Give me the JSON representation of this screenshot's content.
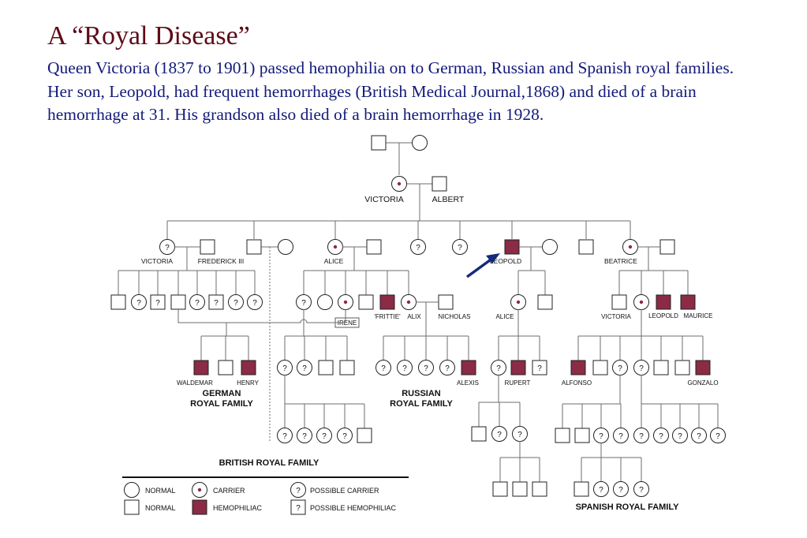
{
  "slide": {
    "title": "A “Royal Disease”",
    "subtitle": "Queen Victoria (1837 to 1901) passed hemophilia on to German, Russian and Spanish royal families. Her son, Leopold, had frequent hemorrhages (British Medical Journal,1868) and died of a brain hemorrhage at 31.  His grandson also died of a brain hemorrhage in 1928."
  },
  "pedigree": {
    "names": {
      "victoria": "VICTORIA",
      "albert": "ALBERT",
      "victoria_daughter": "VICTORIA",
      "frederick": "FREDERICK III",
      "alice": "ALICE",
      "leopold": "LEOPOLD",
      "beatrice": "BEATRICE",
      "irene": "IRENE",
      "frittie": "'FRITTIE'",
      "alix": "ALIX",
      "nicholas": "NICHOLAS",
      "alice_leopold_daughter": "ALICE",
      "victoria_beatrice_daughter": "VICTORIA",
      "leopold_beatrice_son": "LEOPOLD",
      "maurice": "MAURICE",
      "waldemar": "WALDEMAR",
      "henry": "HENRY",
      "alexis": "ALEXIS",
      "rupert": "RUPERT",
      "alfonso": "ALFONSO",
      "gonzalo": "GONZALO"
    },
    "families": {
      "german": "GERMAN\nROYAL FAMILY",
      "russian": "RUSSIAN\nROYAL FAMILY",
      "british": "BRITISH ROYAL FAMILY",
      "spanish": "SPANISH ROYAL FAMILY"
    },
    "question_mark": "?"
  },
  "legend": {
    "normal_female": "NORMAL",
    "normal_male": "NORMAL",
    "carrier": "CARRIER",
    "hemophiliac": "HEMOPHILIAC",
    "possible_carrier": "POSSIBLE CARRIER",
    "possible_hemophiliac": "POSSIBLE HEMOPHILIAC"
  },
  "colors": {
    "title": "#5e0b17",
    "body_text": "#131a7a",
    "affected": "#8b2b46",
    "line": "#6e6e6e",
    "arrow": "#142a7a"
  }
}
